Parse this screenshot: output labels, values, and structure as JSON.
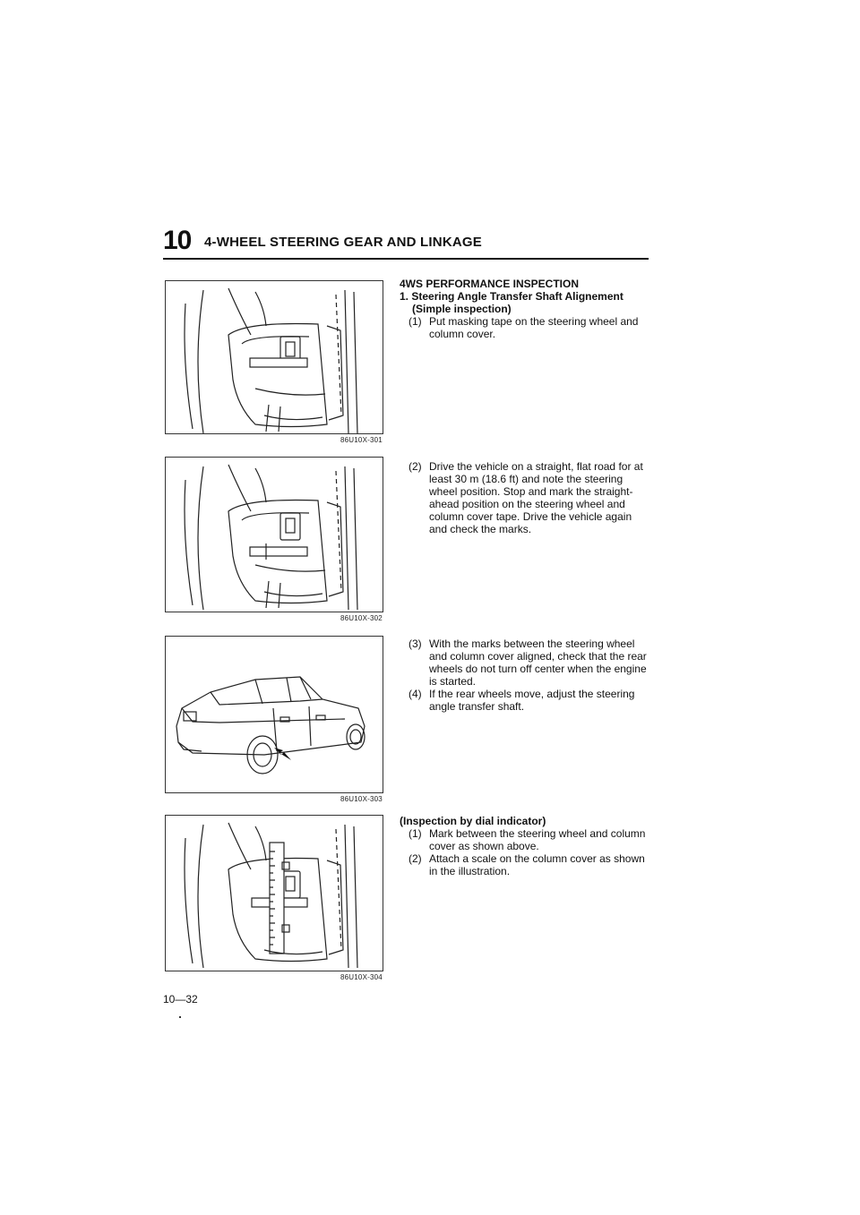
{
  "header": {
    "section_number": "10",
    "title": "4-WHEEL STEERING GEAR AND LINKAGE"
  },
  "figures": [
    {
      "id": "86U10X-301"
    },
    {
      "id": "86U10X-302"
    },
    {
      "id": "86U10X-303"
    },
    {
      "id": "86U10X-304"
    }
  ],
  "inspection": {
    "title": "4WS PERFORMANCE INSPECTION",
    "subtitle": "1. Steering Angle Transfer Shaft Alignement",
    "simple_label": "(Simple inspection)",
    "step1": {
      "num": "(1)",
      "text": "Put masking tape on the steering wheel and column cover."
    },
    "step2": {
      "num": "(2)",
      "text": "Drive the vehicle on a straight, flat road for at least 30 m (18.6 ft) and note the steering wheel position. Stop and mark the straight-ahead position on the steering wheel and column cover tape. Drive the vehicle again and check the marks."
    },
    "step3": {
      "num": "(3)",
      "text": "With the marks between the steering wheel and column cover aligned, check that the rear wheels do not turn off center when the engine is started."
    },
    "step4": {
      "num": "(4)",
      "text": "If the rear wheels move, adjust the steering angle transfer shaft."
    }
  },
  "dial": {
    "title": "(Inspection by dial indicator)",
    "step1": {
      "num": "(1)",
      "text": "Mark between the steering wheel and column cover as shown above."
    },
    "step2": {
      "num": "(2)",
      "text": "Attach a scale on the column cover as shown in the illustration."
    }
  },
  "footer": {
    "page": "10—32"
  }
}
